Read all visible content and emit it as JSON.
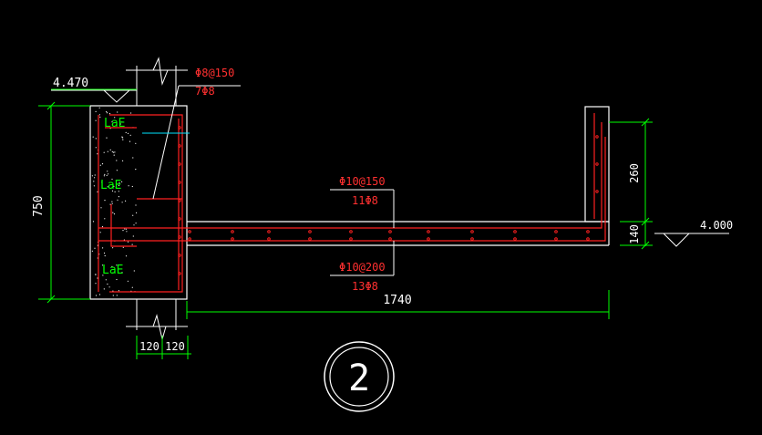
{
  "labels": {
    "top_elevation": "4.470",
    "right_elevation": "4.000",
    "height_dim": "750",
    "span_dim": "1740",
    "wall_left_dim": "120",
    "wall_right_dim": "120",
    "curb_height_dim": "260",
    "slab_thickness_dim": "140",
    "wall_rebar_1": "Φ8@150",
    "wall_rebar_2": "7Φ8",
    "top_rebar_1": "Φ10@150",
    "top_rebar_2": "11Φ8",
    "bottom_rebar_1": "Φ10@200",
    "bottom_rebar_2": "13Φ8",
    "anchor_1": "LaE",
    "anchor_2": "LaE",
    "anchor_3": "LaE",
    "section_number": "2"
  },
  "colors": {
    "background": "#000000",
    "outline": "#ffffff",
    "rebar": "#ff2020",
    "dimension": "#00ff00",
    "anchor_text": "#00ff00",
    "rebar_text": "#ff3030",
    "label_white": "#ffffff",
    "cyan_line": "#00e5ff"
  }
}
